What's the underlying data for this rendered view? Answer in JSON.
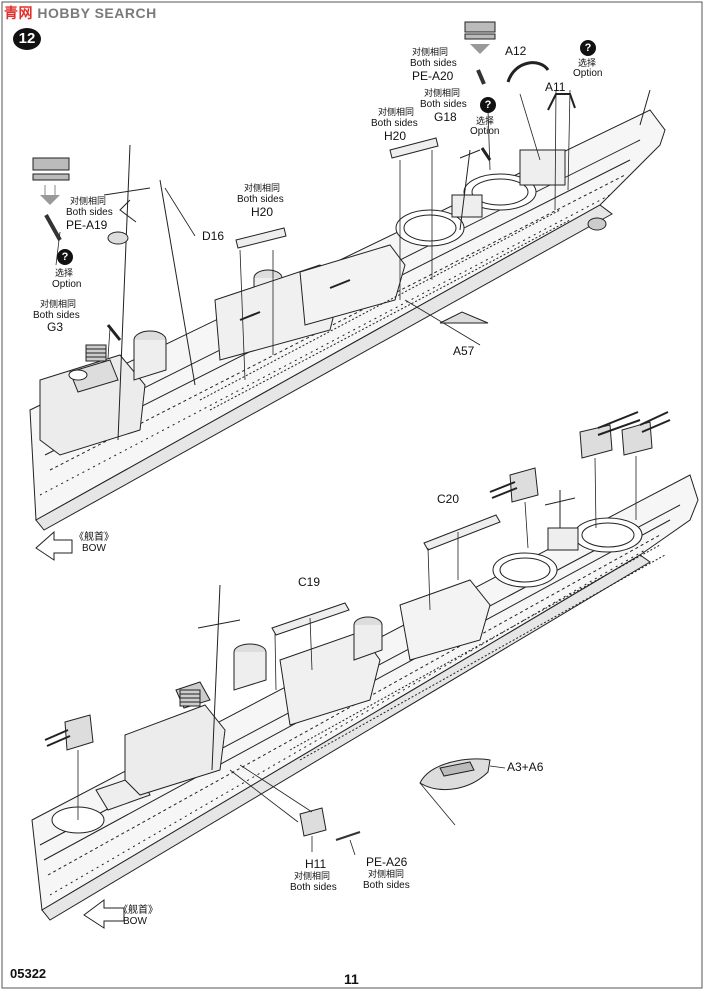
{
  "watermark": {
    "cn": "青",
    "cn2": "网",
    "en": "HOBBY SEARCH"
  },
  "step_number": "12",
  "footer": {
    "code": "05322",
    "page": "11"
  },
  "option_q": "?",
  "labels": {
    "both_sides_cn": "对侧相同",
    "both_sides_en": "Both sides",
    "option_cn": "选择",
    "option_en": "Option",
    "bow_cn": "《舰首》",
    "bow_en": "BOW"
  },
  "parts": {
    "pe_a19": "PE-A19",
    "g3": "G3",
    "d16": "D16",
    "h20_left": "H20",
    "h20_right": "H20",
    "g18": "G18",
    "pe_a20": "PE-A20",
    "a12": "A12",
    "a11": "A11",
    "a57": "A57",
    "c20": "C20",
    "c19": "C19",
    "a3_a6": "A3+A6",
    "h11": "H11",
    "pe_a26": "PE-A26"
  }
}
